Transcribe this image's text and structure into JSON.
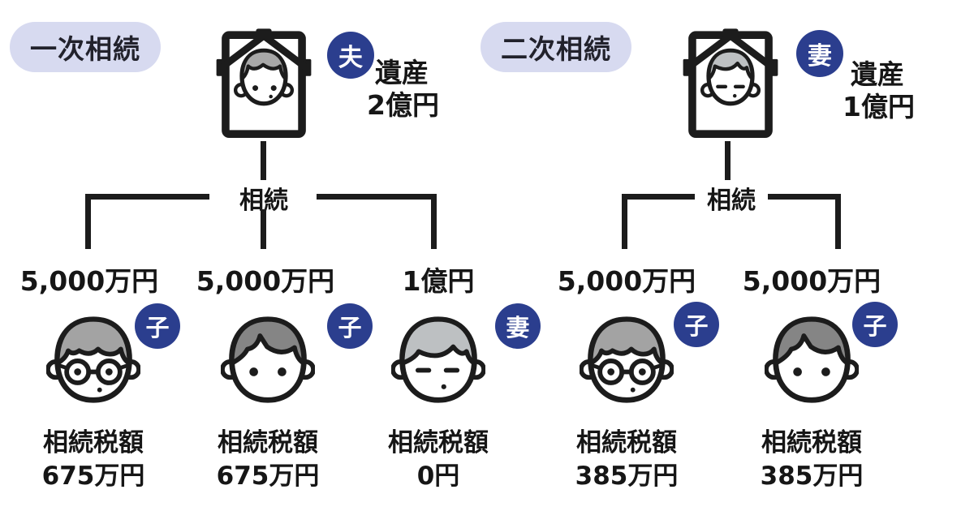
{
  "colors": {
    "badge_blue": "#2b3e8e",
    "pill_lavender": "#d7daf0",
    "line_ink": "#1c1c1c"
  },
  "icons": {
    "deceased": "memorial-photo-icon (framed portrait with mourning ribbon)",
    "child_glasses": "child-face-glasses-icon",
    "child_plain": "child-face-icon",
    "wife": "wife-face-icon"
  },
  "primary": {
    "label": "一次相続",
    "deceased_role": "夫",
    "estate_label": "遺産",
    "estate_value": "2億円",
    "inherit_label": "相続",
    "heirs": [
      {
        "share": "5,000万円",
        "role": "子",
        "tax_label": "相続税額",
        "tax_value": "675万円"
      },
      {
        "share": "5,000万円",
        "role": "子",
        "tax_label": "相続税額",
        "tax_value": "675万円"
      },
      {
        "share": "1億円",
        "role": "妻",
        "tax_label": "相続税額",
        "tax_value": "0円"
      }
    ]
  },
  "secondary": {
    "label": "二次相続",
    "deceased_role": "妻",
    "estate_label": "遺産",
    "estate_value": "1億円",
    "inherit_label": "相続",
    "heirs": [
      {
        "share": "5,000万円",
        "role": "子",
        "tax_label": "相続税額",
        "tax_value": "385万円"
      },
      {
        "share": "5,000万円",
        "role": "子",
        "tax_label": "相続税額",
        "tax_value": "385万円"
      }
    ]
  }
}
